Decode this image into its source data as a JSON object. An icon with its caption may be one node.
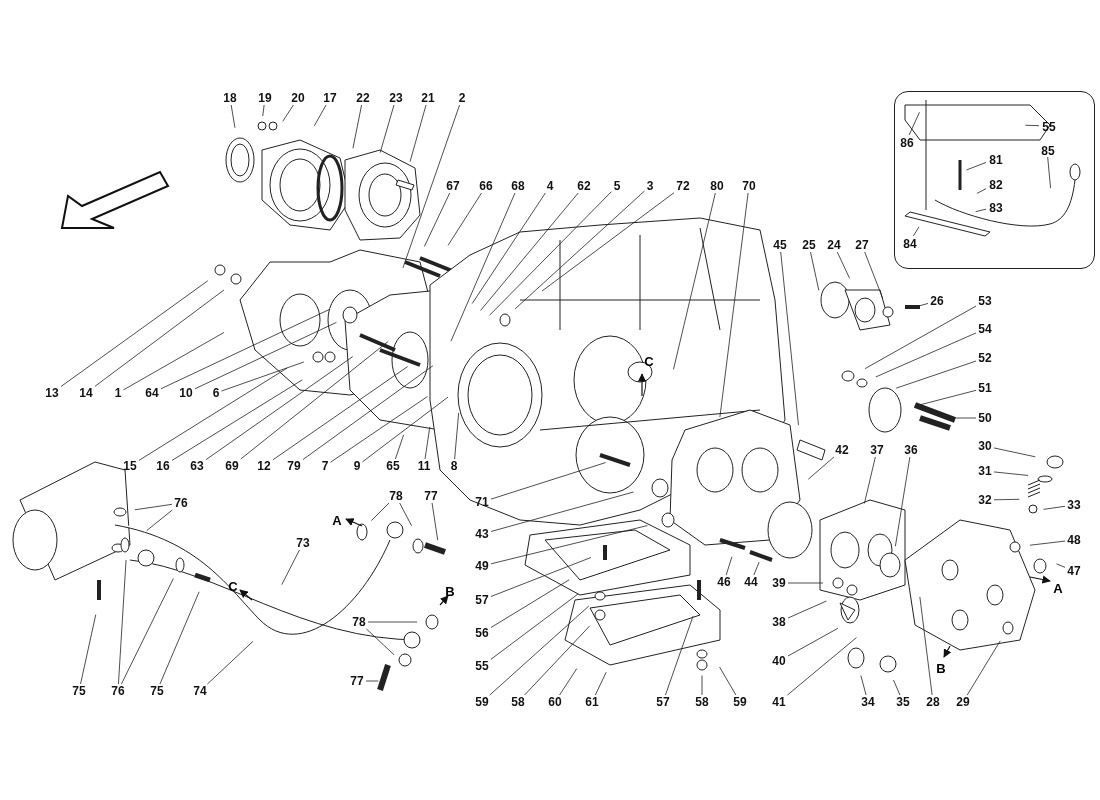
{
  "diagram": {
    "nodes": [
      {
        "text": [],
        "shape": "box"
      },
      {
        "text": [
          "86"
        ],
        "in": 0
      },
      {
        "text": [
          "55"
        ],
        "in": 0
      },
      {
        "text": [
          "81"
        ],
        "in": 0
      },
      {
        "text": [
          "85"
        ],
        "in": 0
      },
      {
        "text": [
          "82"
        ],
        "in": 0
      },
      {
        "text": [
          "83"
        ],
        "in": 0
      },
      {
        "text": [
          "84"
        ],
        "in": 0
      },
      {
        "text": [
          "18"
        ]
      },
      {
        "text": [
          "19"
        ]
      },
      {
        "text": [
          "20"
        ]
      },
      {
        "text": [
          "17"
        ]
      },
      {
        "text": [
          "22"
        ]
      },
      {
        "text": [
          "23"
        ]
      },
      {
        "text": [
          "21"
        ]
      },
      {
        "text": [
          "2"
        ]
      },
      {
        "text": [
          "67"
        ]
      },
      {
        "text": [
          "66"
        ]
      },
      {
        "text": [
          "68"
        ]
      },
      {
        "text": [
          "4"
        ]
      },
      {
        "text": [
          "62"
        ]
      },
      {
        "text": [
          "5"
        ]
      },
      {
        "text": [
          "3"
        ]
      },
      {
        "text": [
          "72"
        ]
      },
      {
        "text": [
          "80"
        ]
      },
      {
        "text": [
          "70"
        ]
      },
      {
        "text": [
          "45"
        ]
      },
      {
        "text": [
          "25"
        ]
      },
      {
        "text": [
          "24"
        ]
      },
      {
        "text": [
          "27"
        ]
      },
      {
        "text": [
          "26"
        ]
      },
      {
        "text": [
          "53"
        ]
      },
      {
        "text": [
          "54"
        ]
      },
      {
        "text": [
          "52"
        ]
      },
      {
        "text": [
          "51"
        ]
      },
      {
        "text": [
          "13"
        ]
      },
      {
        "text": [
          "14"
        ]
      },
      {
        "text": [
          "1"
        ]
      },
      {
        "text": [
          "64"
        ]
      },
      {
        "text": [
          "10"
        ]
      },
      {
        "text": [
          "6"
        ]
      },
      {
        "text": [
          "50"
        ]
      },
      {
        "text": [
          "30"
        ]
      },
      {
        "text": [
          "42"
        ]
      },
      {
        "text": [
          "37"
        ]
      },
      {
        "text": [
          "36"
        ]
      },
      {
        "text": [
          "15"
        ]
      },
      {
        "text": [
          "16"
        ]
      },
      {
        "text": [
          "63"
        ]
      },
      {
        "text": [
          "69"
        ]
      },
      {
        "text": [
          "12"
        ]
      },
      {
        "text": [
          "79"
        ]
      },
      {
        "text": [
          "7"
        ]
      },
      {
        "text": [
          "9"
        ]
      },
      {
        "text": [
          "65"
        ]
      },
      {
        "text": [
          "11"
        ]
      },
      {
        "text": [
          "8"
        ]
      },
      {
        "text": [
          "31"
        ]
      },
      {
        "text": [
          "32"
        ]
      },
      {
        "text": [
          "76"
        ]
      },
      {
        "text": [
          "78"
        ]
      },
      {
        "text": [
          "77"
        ]
      },
      {
        "text": [
          "71"
        ]
      },
      {
        "text": [
          "33"
        ]
      },
      {
        "text": [
          "43"
        ]
      },
      {
        "text": [
          "48"
        ]
      },
      {
        "text": [
          "73"
        ]
      },
      {
        "text": [
          "49"
        ]
      },
      {
        "text": [
          "47"
        ]
      },
      {
        "text": [
          "46"
        ]
      },
      {
        "text": [
          "44"
        ]
      },
      {
        "text": [
          "39"
        ]
      },
      {
        "text": [
          "57"
        ]
      },
      {
        "text": [
          "38"
        ]
      },
      {
        "text": [
          "78"
        ]
      },
      {
        "text": [
          "56"
        ]
      },
      {
        "text": [
          "40"
        ]
      },
      {
        "text": [
          "55"
        ]
      },
      {
        "text": [
          "77"
        ]
      },
      {
        "text": [
          "75"
        ]
      },
      {
        "text": [
          "76"
        ]
      },
      {
        "text": [
          "75"
        ]
      },
      {
        "text": [
          "74"
        ]
      },
      {
        "text": [
          "59"
        ]
      },
      {
        "text": [
          "58"
        ]
      },
      {
        "text": [
          "60"
        ]
      },
      {
        "text": [
          "61"
        ]
      },
      {
        "text": [
          "57"
        ]
      },
      {
        "text": [
          "58"
        ]
      },
      {
        "text": [
          "59"
        ]
      },
      {
        "text": [
          "41"
        ]
      },
      {
        "text": [
          "34"
        ]
      },
      {
        "text": [
          "35"
        ]
      },
      {
        "text": [
          "28"
        ]
      },
      {
        "text": [
          "29"
        ]
      }
    ],
    "edges": [
      {
        "from": 1,
        "to": null,
        "arrow": "none"
      },
      {
        "from": 2,
        "to": null,
        "arrow": "none"
      },
      {
        "from": 3,
        "to": null,
        "arrow": "none"
      },
      {
        "from": 4,
        "to": null,
        "arrow": "none"
      },
      {
        "from": 5,
        "to": null,
        "arrow": "none"
      },
      {
        "from": 6,
        "to": null,
        "arrow": "none"
      },
      {
        "from": 7,
        "to": null,
        "arrow": "none"
      },
      {
        "from": 8,
        "to": null,
        "arrow": "none"
      },
      {
        "from": 9,
        "to": null,
        "arrow": "none"
      },
      {
        "from": 10,
        "to": null,
        "arrow": "none"
      },
      {
        "from": 11,
        "to": null,
        "arrow": "none"
      },
      {
        "from": 12,
        "to": null,
        "arrow": "none"
      },
      {
        "from": 13,
        "to": null,
        "arrow": "none"
      },
      {
        "from": 14,
        "to": null,
        "arrow": "none"
      },
      {
        "from": 15,
        "to": null,
        "arrow": "none"
      },
      {
        "from": 16,
        "to": null,
        "arrow": "none"
      },
      {
        "from": 17,
        "to": null,
        "arrow": "none"
      },
      {
        "from": 18,
        "to": null,
        "arrow": "none"
      },
      {
        "from": 19,
        "to": null,
        "arrow": "none"
      },
      {
        "from": 20,
        "to": null,
        "arrow": "none"
      },
      {
        "from": 21,
        "to": null,
        "arrow": "none"
      },
      {
        "from": 22,
        "to": null,
        "arrow": "none"
      },
      {
        "from": 23,
        "to": null,
        "arrow": "none"
      },
      {
        "from": 24,
        "to": null,
        "arrow": "none"
      },
      {
        "from": 25,
        "to": null,
        "arrow": "none"
      },
      {
        "from": 26,
        "to": null,
        "arrow": "none"
      },
      {
        "from": 27,
        "to": null,
        "arrow": "none"
      },
      {
        "from": 28,
        "to": null,
        "arrow": "none"
      },
      {
        "from": 29,
        "to": null,
        "arrow": "none"
      },
      {
        "from": 30,
        "to": null,
        "arrow": "none"
      },
      {
        "from": 31,
        "to": null,
        "arrow": "none"
      },
      {
        "from": 32,
        "to": null,
        "arrow": "none"
      },
      {
        "from": 33,
        "to": null,
        "arrow": "none"
      },
      {
        "from": 34,
        "to": null,
        "arrow": "none"
      },
      {
        "from": 35,
        "to": null,
        "arrow": "none"
      },
      {
        "from": 36,
        "to": null,
        "arrow": "none"
      },
      {
        "from": 37,
        "to": null,
        "arrow": "none"
      },
      {
        "from": 38,
        "to": null,
        "arrow": "none"
      },
      {
        "from": 39,
        "to": null,
        "arrow": "none"
      },
      {
        "from": 40,
        "to": null,
        "arrow": "none"
      },
      {
        "from": 41,
        "to": null,
        "arrow": "none"
      },
      {
        "from": 42,
        "to": null,
        "arrow": "none"
      },
      {
        "from": 43,
        "to": null,
        "arrow": "none"
      },
      {
        "from": 44,
        "to": null,
        "arrow": "none"
      },
      {
        "from": 45,
        "to": null,
        "arrow": "none"
      },
      {
        "from": 46,
        "to": null,
        "arrow": "none"
      },
      {
        "from": 47,
        "to": null,
        "arrow": "none"
      },
      {
        "from": 48,
        "to": null,
        "arrow": "none"
      },
      {
        "from": 49,
        "to": null,
        "arrow": "none"
      },
      {
        "from": 50,
        "to": null,
        "arrow": "none"
      },
      {
        "from": 51,
        "to": null,
        "arrow": "none"
      },
      {
        "from": 52,
        "to": null,
        "arrow": "none"
      },
      {
        "from": 53,
        "to": null,
        "arrow": "none"
      },
      {
        "from": 54,
        "to": null,
        "arrow": "none"
      },
      {
        "from": 55,
        "to": null,
        "arrow": "none"
      },
      {
        "from": 56,
        "to": null,
        "arrow": "none"
      },
      {
        "from": 57,
        "to": null,
        "arrow": "none"
      },
      {
        "from": 58,
        "to": null,
        "arrow": "none"
      },
      {
        "from": 59,
        "to": null,
        "arrow": "none"
      },
      {
        "from": 59,
        "to": null,
        "arrow": "none"
      },
      {
        "from": 60,
        "to": null,
        "arrow": "none"
      },
      {
        "from": 60,
        "to": null,
        "arrow": "none"
      },
      {
        "from": 61,
        "to": null,
        "arrow": "none"
      },
      {
        "from": 62,
        "to": null,
        "arrow": "none"
      },
      {
        "from": 63,
        "to": null,
        "arrow": "none"
      },
      {
        "from": 64,
        "to": null,
        "arrow": "none"
      },
      {
        "from": 65,
        "to": null,
        "arrow": "none"
      },
      {
        "from": 66,
        "to": null,
        "arrow": "none"
      },
      {
        "from": 67,
        "to": null,
        "arrow": "none"
      },
      {
        "from": 68,
        "to": null,
        "arrow": "none"
      },
      {
        "from": 69,
        "to": null,
        "arrow": "none"
      },
      {
        "from": 70,
        "to": null,
        "arrow": "none"
      },
      {
        "from": 71,
        "to": null,
        "arrow": "none"
      },
      {
        "from": 72,
        "to": null,
        "arrow": "none"
      },
      {
        "from": 73,
        "to": null,
        "arrow": "none"
      },
      {
        "from": 74,
        "to": null,
        "arrow": "none"
      },
      {
        "from": 74,
        "to": null,
        "arrow": "none"
      },
      {
        "from": 75,
        "to": null,
        "arrow": "none"
      },
      {
        "from": 76,
        "to": null,
        "arrow": "none"
      },
      {
        "from": 77,
        "to": null,
        "arrow": "none"
      },
      {
        "from": 78,
        "to": null,
        "arrow": "none"
      },
      {
        "from": 79,
        "to": null,
        "arrow": "none"
      },
      {
        "from": 80,
        "to": null,
        "arrow": "none"
      },
      {
        "from": 80,
        "to": null,
        "arrow": "none"
      },
      {
        "from": 81,
        "to": null,
        "arrow": "none"
      },
      {
        "from": 82,
        "to": null,
        "arrow": "none"
      },
      {
        "from": 83,
        "to": null,
        "arrow": "none"
      },
      {
        "from": 84,
        "to": null,
        "arrow": "none"
      },
      {
        "from": 85,
        "to": null,
        "arrow": "none"
      },
      {
        "from": 86,
        "to": null,
        "arrow": "none"
      },
      {
        "from": 87,
        "to": null,
        "arrow": "none"
      },
      {
        "from": 88,
        "to": null,
        "arrow": "none"
      },
      {
        "from": 89,
        "to": null,
        "arrow": "none"
      },
      {
        "from": 90,
        "to": null,
        "arrow": "none"
      },
      {
        "from": 91,
        "to": null,
        "arrow": "none"
      },
      {
        "from": 92,
        "to": null,
        "arrow": "none"
      },
      {
        "from": 93,
        "to": null,
        "arrow": "none"
      },
      {
        "from": 94,
        "to": null,
        "arrow": "none"
      }
    ],
    "labels": [
      "C",
      "A",
      "C",
      "A",
      "B",
      "B"
    ]
  }
}
